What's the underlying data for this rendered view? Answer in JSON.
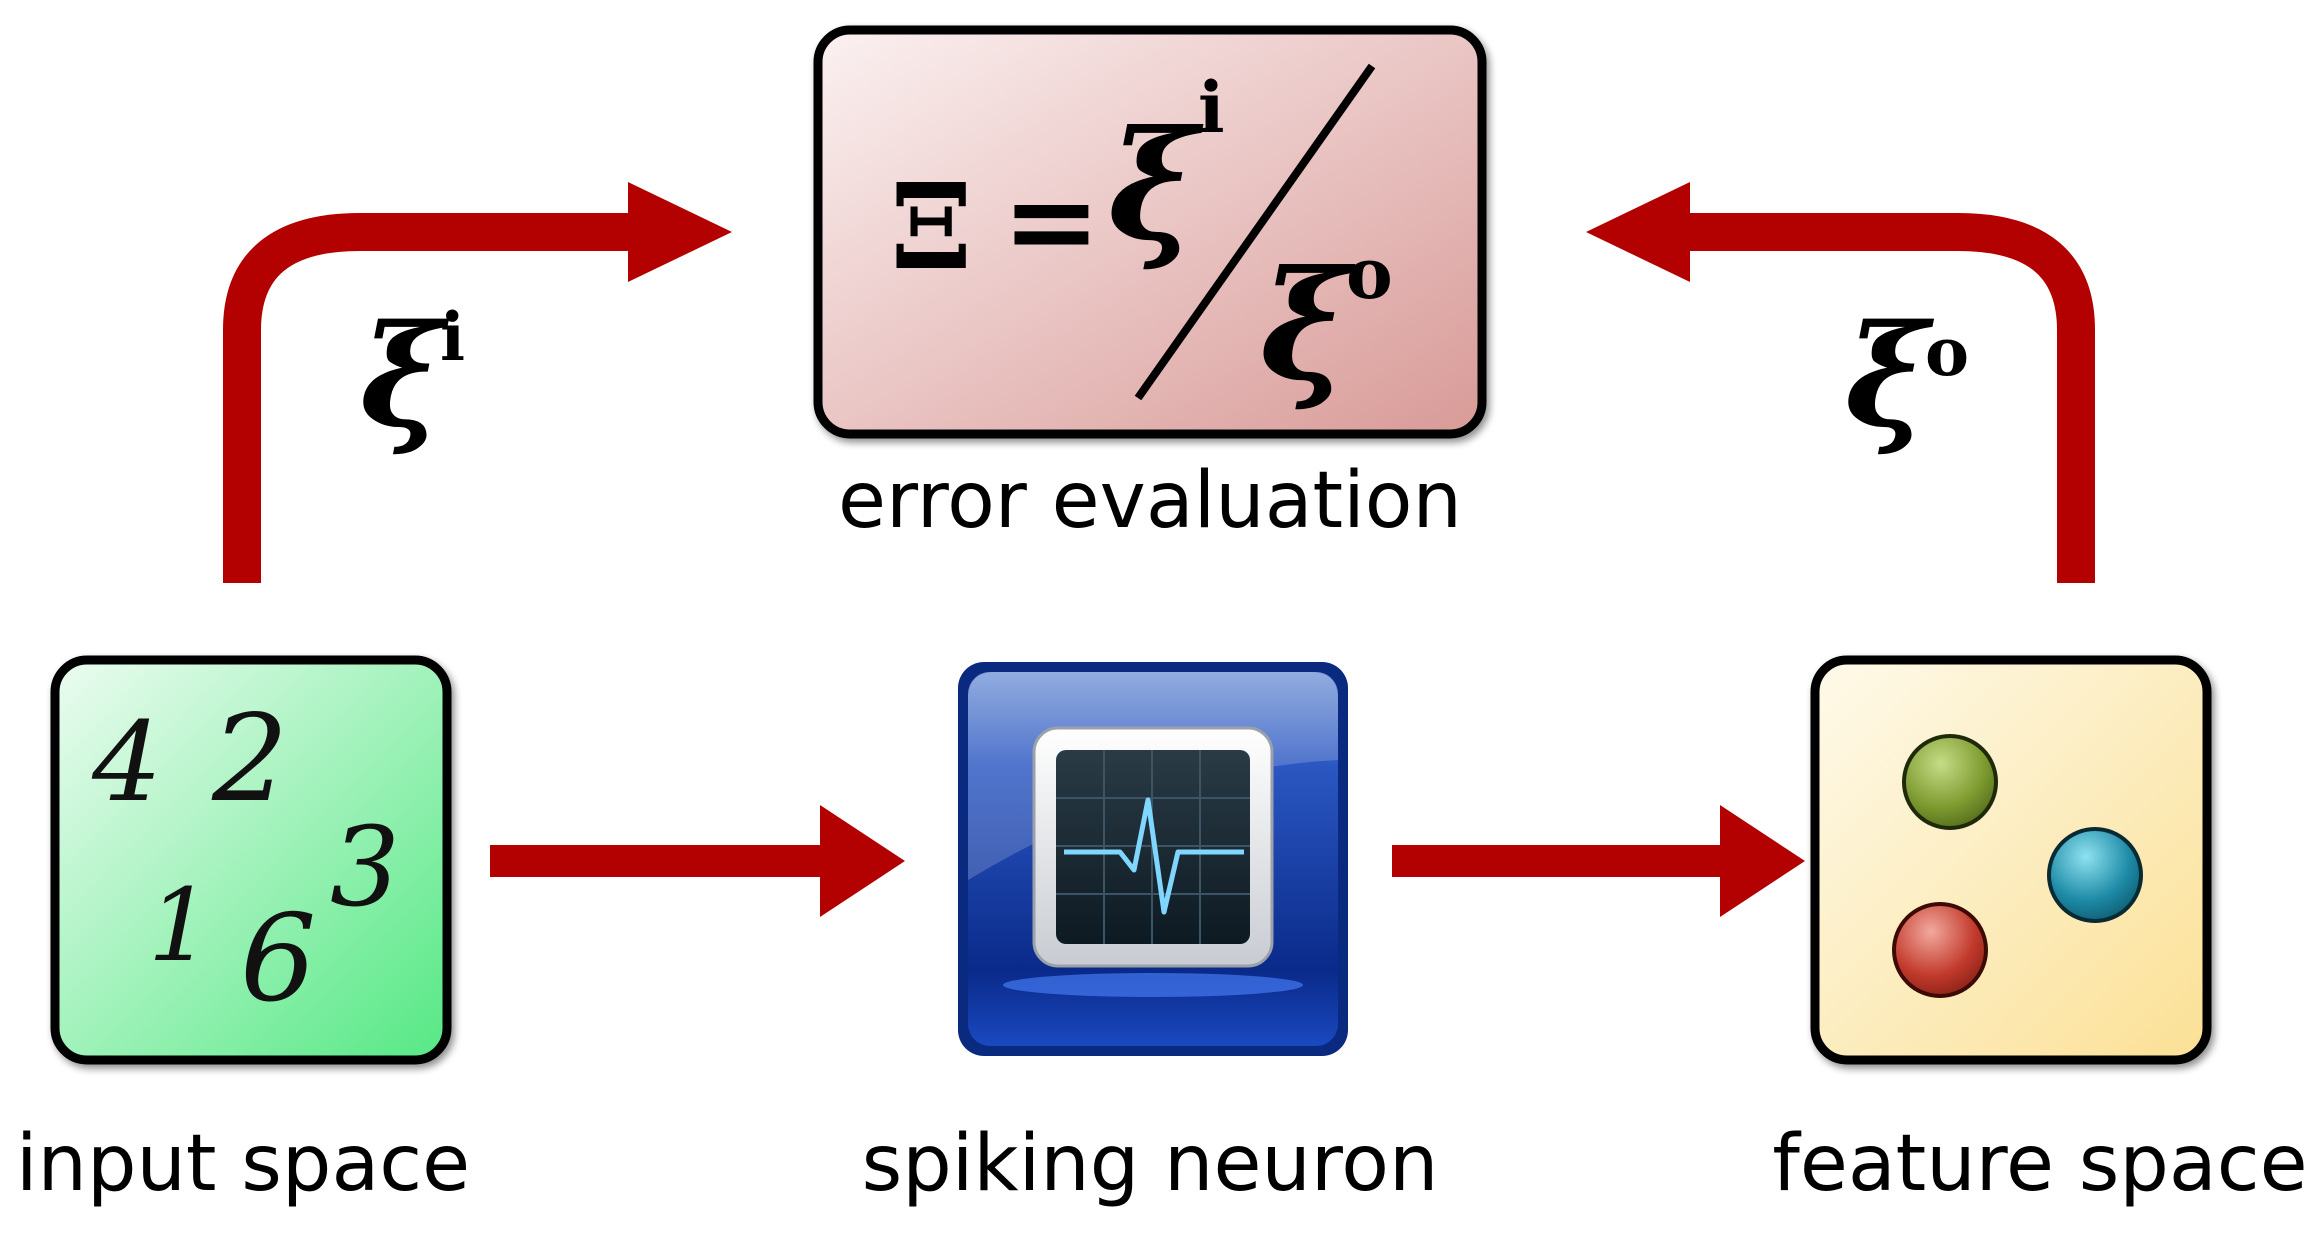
{
  "labels": {
    "error_evaluation": "error evaluation",
    "input_space": "input space",
    "spiking_neuron": "spiking neuron",
    "feature_space": "feature space"
  },
  "formula": {
    "lhs": "Ξ",
    "equals": "=",
    "numerator_symbol": "ξ",
    "numerator_sup": "i",
    "denominator_symbol": "ξ",
    "denominator_sup": "o"
  },
  "arrow_labels": {
    "left_symbol": "ξ",
    "left_sup": "i",
    "right_symbol": "ξ",
    "right_sup": "o"
  },
  "digits": [
    "4",
    "2",
    "3",
    "1",
    "6"
  ],
  "colors": {
    "arrow": "#b30000",
    "error_box_start": "#fbeeee",
    "error_box_end": "#d99b98",
    "input_box_start": "#e8fbef",
    "input_box_end": "#5fe98a",
    "feature_box_start": "#fdf8e2",
    "feature_box_end": "#fbe39a",
    "neuron_dark": "#0c2f8a",
    "neuron_light": "#3a6fd8",
    "dot_green": "#7d9a2f",
    "dot_teal": "#1d8aa6",
    "dot_red": "#c23a2c"
  }
}
